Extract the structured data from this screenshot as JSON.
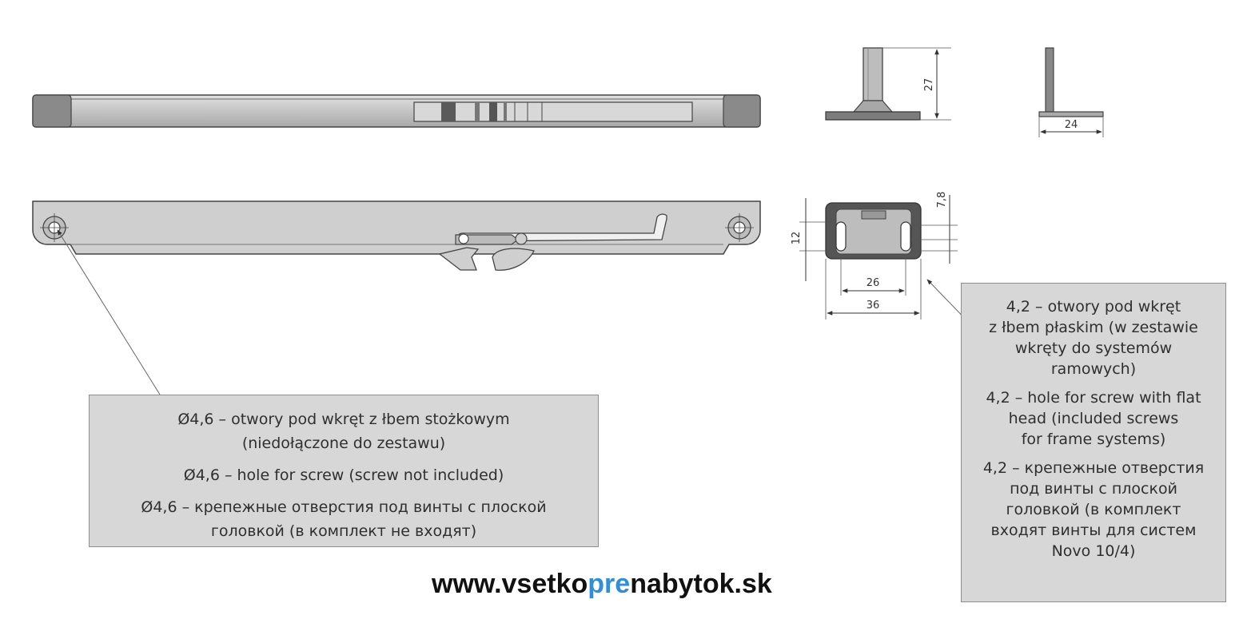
{
  "dimensions": {
    "height_27": "27",
    "width_24": "24",
    "height_7_8": "7,8",
    "height_12": "12",
    "width_26": "26",
    "width_36": "36"
  },
  "note_left": {
    "line_pl_1": "Ø4,6 – otwory pod wkręt z łbem stożkowym",
    "line_pl_2": "(niedołączone do zestawu)",
    "line_en": "Ø4,6 – hole for screw (screw not included)",
    "line_ru_1": "Ø4,6 – крепежные отверстия под винты с плоской",
    "line_ru_2": "головкой (в комплект не входят)"
  },
  "note_right": {
    "line_pl_1": "4,2 – otwory pod wkręt",
    "line_pl_2": "z łbem płaskim (w zestawie",
    "line_pl_3": "wkręty do systemów",
    "line_pl_4": "ramowych)",
    "line_en_1": "4,2 – hole for screw with flat",
    "line_en_2": "head (included screws",
    "line_en_3": "for frame systems)",
    "line_ru_1": "4,2 – крепежные отверстия",
    "line_ru_2": "под винты с  плоской",
    "line_ru_3": "головкой (в комплект",
    "line_ru_4": "входят винты для систем",
    "line_ru_5": "Novo 10/4)"
  },
  "website": {
    "part1": "www.vsetko",
    "part2": "pre",
    "part3": "nabytok.sk"
  },
  "colors": {
    "accent": "#2f8fd8",
    "note_fill": "#d7d7d7",
    "part_fill": "#c8c8c8",
    "part_dark": "#5a5a5a"
  }
}
